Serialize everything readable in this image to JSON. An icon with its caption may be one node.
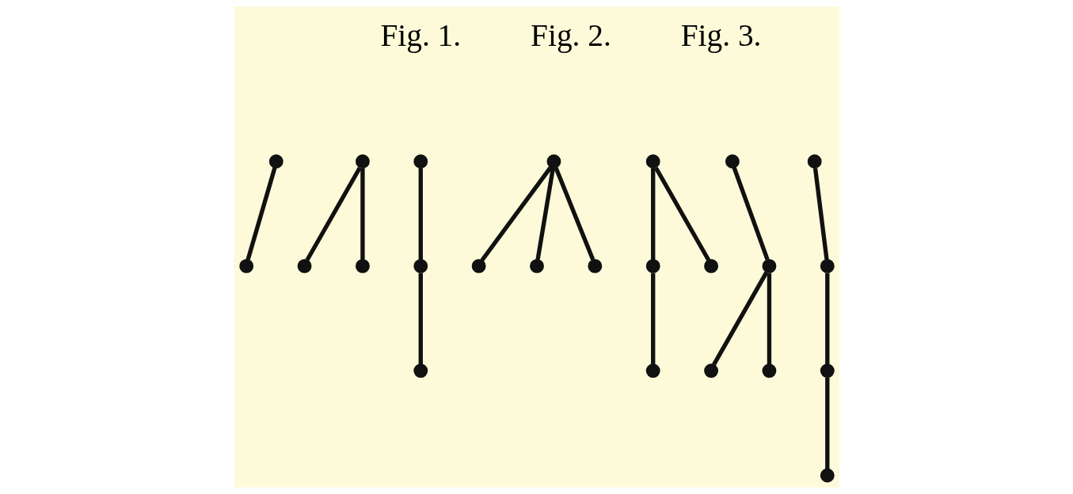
{
  "diagram": {
    "nodes": [
      {
        "text": [],
        "shape": "circle"
      },
      {
        "text": [],
        "shape": "circle"
      },
      {
        "text": [],
        "shape": "circle"
      },
      {
        "text": [],
        "shape": "circle"
      },
      {
        "text": [],
        "shape": "circle"
      },
      {
        "text": [],
        "shape": "circle"
      },
      {
        "text": [],
        "shape": "circle"
      },
      {
        "text": [],
        "shape": "circle"
      },
      {
        "text": [],
        "shape": "circle"
      },
      {
        "text": [],
        "shape": "circle"
      },
      {
        "text": [],
        "shape": "circle"
      },
      {
        "text": [],
        "shape": "circle"
      },
      {
        "text": [],
        "shape": "circle"
      },
      {
        "text": [],
        "shape": "circle"
      },
      {
        "text": [],
        "shape": "circle"
      },
      {
        "text": [],
        "shape": "circle"
      },
      {
        "text": [],
        "shape": "circle"
      },
      {
        "text": [],
        "shape": "circle"
      },
      {
        "text": [],
        "shape": "circle"
      },
      {
        "text": [],
        "shape": "circle"
      },
      {
        "text": [],
        "shape": "circle"
      },
      {
        "text": [],
        "shape": "circle"
      },
      {
        "text": [],
        "shape": "circle"
      },
      {
        "text": [],
        "shape": "circle"
      }
    ],
    "edges": [
      {
        "from": 0,
        "to": 1,
        "arrow": "none"
      },
      {
        "from": 2,
        "to": 3,
        "arrow": "none"
      },
      {
        "from": 2,
        "to": 4,
        "arrow": "none"
      },
      {
        "from": 5,
        "to": 6,
        "arrow": "none"
      },
      {
        "from": 6,
        "to": 7,
        "arrow": "none"
      },
      {
        "from": 8,
        "to": 9,
        "arrow": "none"
      },
      {
        "from": 8,
        "to": 10,
        "arrow": "none"
      },
      {
        "from": 8,
        "to": 11,
        "arrow": "none"
      },
      {
        "from": 12,
        "to": 13,
        "arrow": "none"
      },
      {
        "from": 12,
        "to": 14,
        "arrow": "none"
      },
      {
        "from": 13,
        "to": 15,
        "arrow": "none"
      },
      {
        "from": 16,
        "to": 17,
        "arrow": "none"
      },
      {
        "from": 17,
        "to": 18,
        "arrow": "none"
      },
      {
        "from": 17,
        "to": 19,
        "arrow": "none"
      },
      {
        "from": 20,
        "to": 21,
        "arrow": "none"
      },
      {
        "from": 21,
        "to": 22,
        "arrow": "none"
      },
      {
        "from": 22,
        "to": 23,
        "arrow": "none"
      }
    ],
    "labels": [
      "Fig. 1.",
      "Fig. 2.",
      "Fig. 3."
    ]
  }
}
